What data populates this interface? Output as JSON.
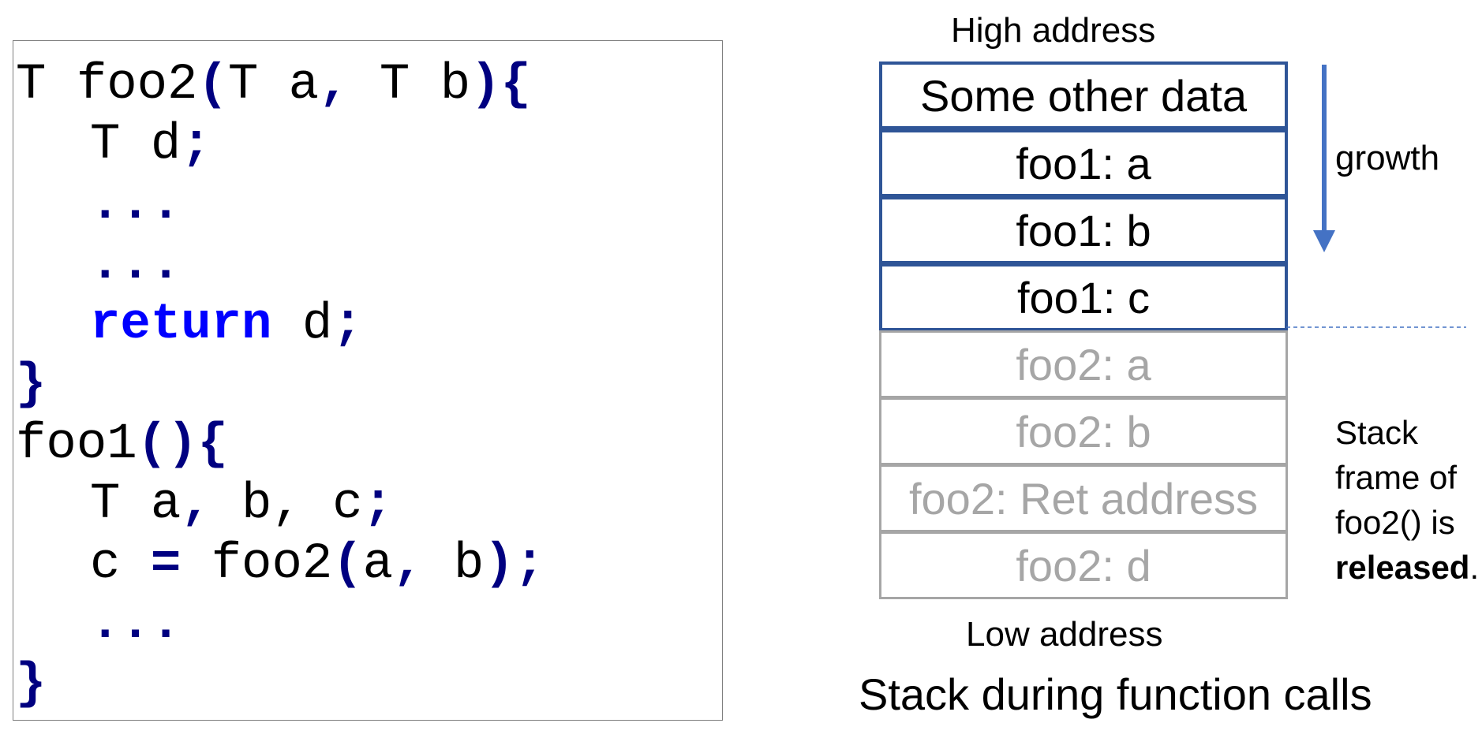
{
  "code": {
    "lines": [
      [
        {
          "t": "T foo2",
          "c": "id"
        },
        {
          "t": "(",
          "c": "punc"
        },
        {
          "t": "T a",
          "c": "id"
        },
        {
          "t": ",",
          "c": "punc"
        },
        {
          "t": " T b",
          "c": "id"
        },
        {
          "t": "){",
          "c": "punc"
        }
      ],
      [
        {
          "t": "T d",
          "c": "id"
        },
        {
          "t": ";",
          "c": "punc"
        }
      ],
      [
        {
          "t": "...",
          "c": "punc"
        }
      ],
      [
        {
          "t": "...",
          "c": "punc"
        }
      ],
      [
        {
          "t": "return",
          "c": "kw"
        },
        {
          "t": " d",
          "c": "id"
        },
        {
          "t": ";",
          "c": "punc"
        }
      ],
      [
        {
          "t": "}",
          "c": "punc"
        }
      ],
      [
        {
          "t": "foo1",
          "c": "id"
        },
        {
          "t": "(){",
          "c": "punc"
        }
      ],
      [
        {
          "t": "T a",
          "c": "id"
        },
        {
          "t": ",",
          "c": "punc"
        },
        {
          "t": " b, c",
          "c": "id"
        },
        {
          "t": ";",
          "c": "punc"
        }
      ],
      [
        {
          "t": "c ",
          "c": "id"
        },
        {
          "t": "=",
          "c": "punc"
        },
        {
          "t": " foo2",
          "c": "id"
        },
        {
          "t": "(",
          "c": "punc"
        },
        {
          "t": "a",
          "c": "id"
        },
        {
          "t": ",",
          "c": "punc"
        },
        {
          "t": " b",
          "c": "id"
        },
        {
          "t": ");",
          "c": "punc"
        }
      ],
      [
        {
          "t": "...",
          "c": "punc"
        }
      ],
      [
        {
          "t": "}",
          "c": "punc"
        }
      ]
    ]
  },
  "diagram": {
    "high_address": "High address",
    "low_address": "Low address",
    "growth": "growth",
    "caption": "Stack during function calls",
    "note_lines": [
      "Stack",
      "frame of",
      "foo2() is"
    ],
    "note_bold": "released",
    "note_end": ".",
    "cells": [
      {
        "label": "Some other data",
        "state": "active"
      },
      {
        "label": "foo1: a",
        "state": "active"
      },
      {
        "label": "foo1: b",
        "state": "active"
      },
      {
        "label": "foo1: c",
        "state": "active"
      },
      {
        "label": "foo2: a",
        "state": "released"
      },
      {
        "label": "foo2: b",
        "state": "released"
      },
      {
        "label": "foo2: Ret address",
        "state": "released"
      },
      {
        "label": "foo2: d",
        "state": "released"
      }
    ]
  },
  "colors": {
    "active_border": "#2f5597",
    "released": "#a6a6a6",
    "arrow": "#4472c4",
    "punc": "#000080",
    "keyword": "#0000ff"
  }
}
